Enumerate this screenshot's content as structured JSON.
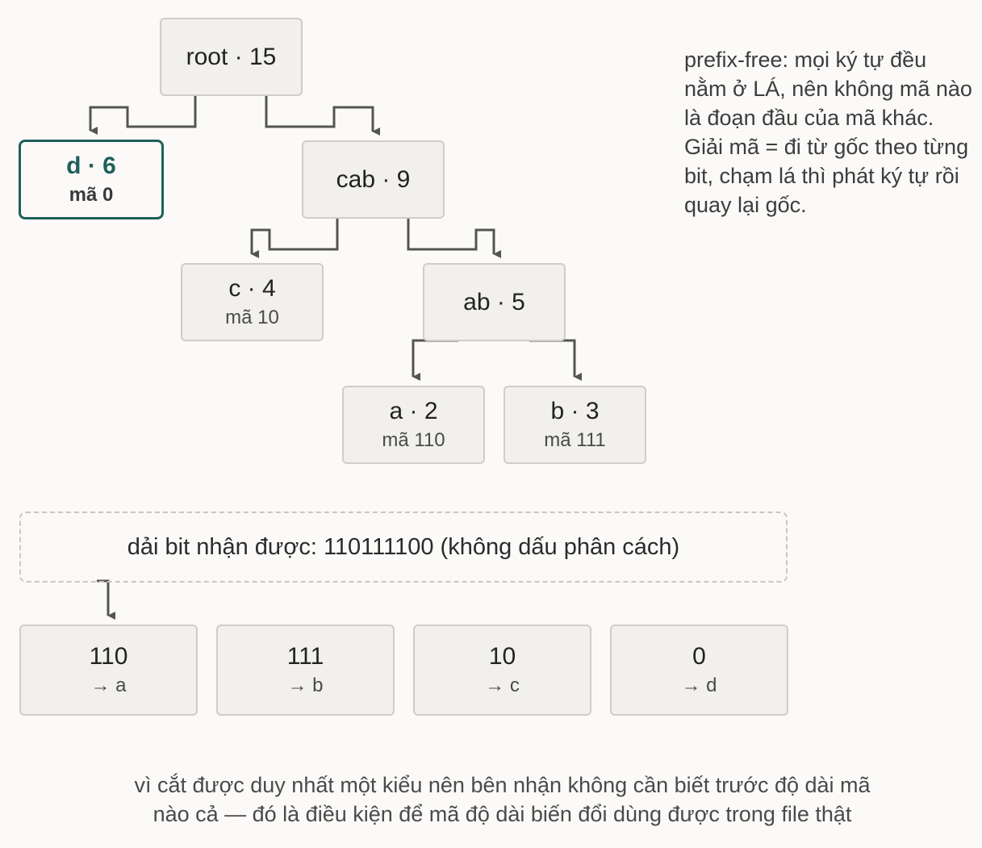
{
  "tree": {
    "root": {
      "label": "root · 15"
    },
    "d": {
      "label": "d · 6",
      "code": "mã 0"
    },
    "cab": {
      "label": "cab · 9"
    },
    "c": {
      "label": "c · 4",
      "code": "mã 10"
    },
    "ab": {
      "label": "ab · 5"
    },
    "a": {
      "label": "a · 2",
      "code": "mã 110"
    },
    "b": {
      "label": "b · 3",
      "code": "mã 111"
    }
  },
  "note": "prefix-free: mọi ký tự đều nằm ở LÁ, nên không mã nào là đoạn đầu của mã khác. Giải mã = đi từ gốc theo từng bit, chạm lá thì phát ký tự rồi quay lại gốc.",
  "bitstream": {
    "text": "dải bit nhận được: 110111100 (không dấu phân cách)"
  },
  "segments": [
    {
      "bits": "110",
      "symbol": "→ a"
    },
    {
      "bits": "111",
      "symbol": "→ b"
    },
    {
      "bits": "10",
      "symbol": "→ c"
    },
    {
      "bits": "0",
      "symbol": "→ d"
    }
  ],
  "footer": {
    "line1": "vì cắt được duy nhất một kiểu nên bên nhận không cần biết trước độ dài mã",
    "line2": "nào cả — đó là điều kiện để mã độ dài biến đổi dùng được trong file thật"
  },
  "colors": {
    "edge": "#555550",
    "highlight": "#1f5f5b",
    "node_fill": "#f1f0ec",
    "node_border": "#cfcdc6"
  }
}
